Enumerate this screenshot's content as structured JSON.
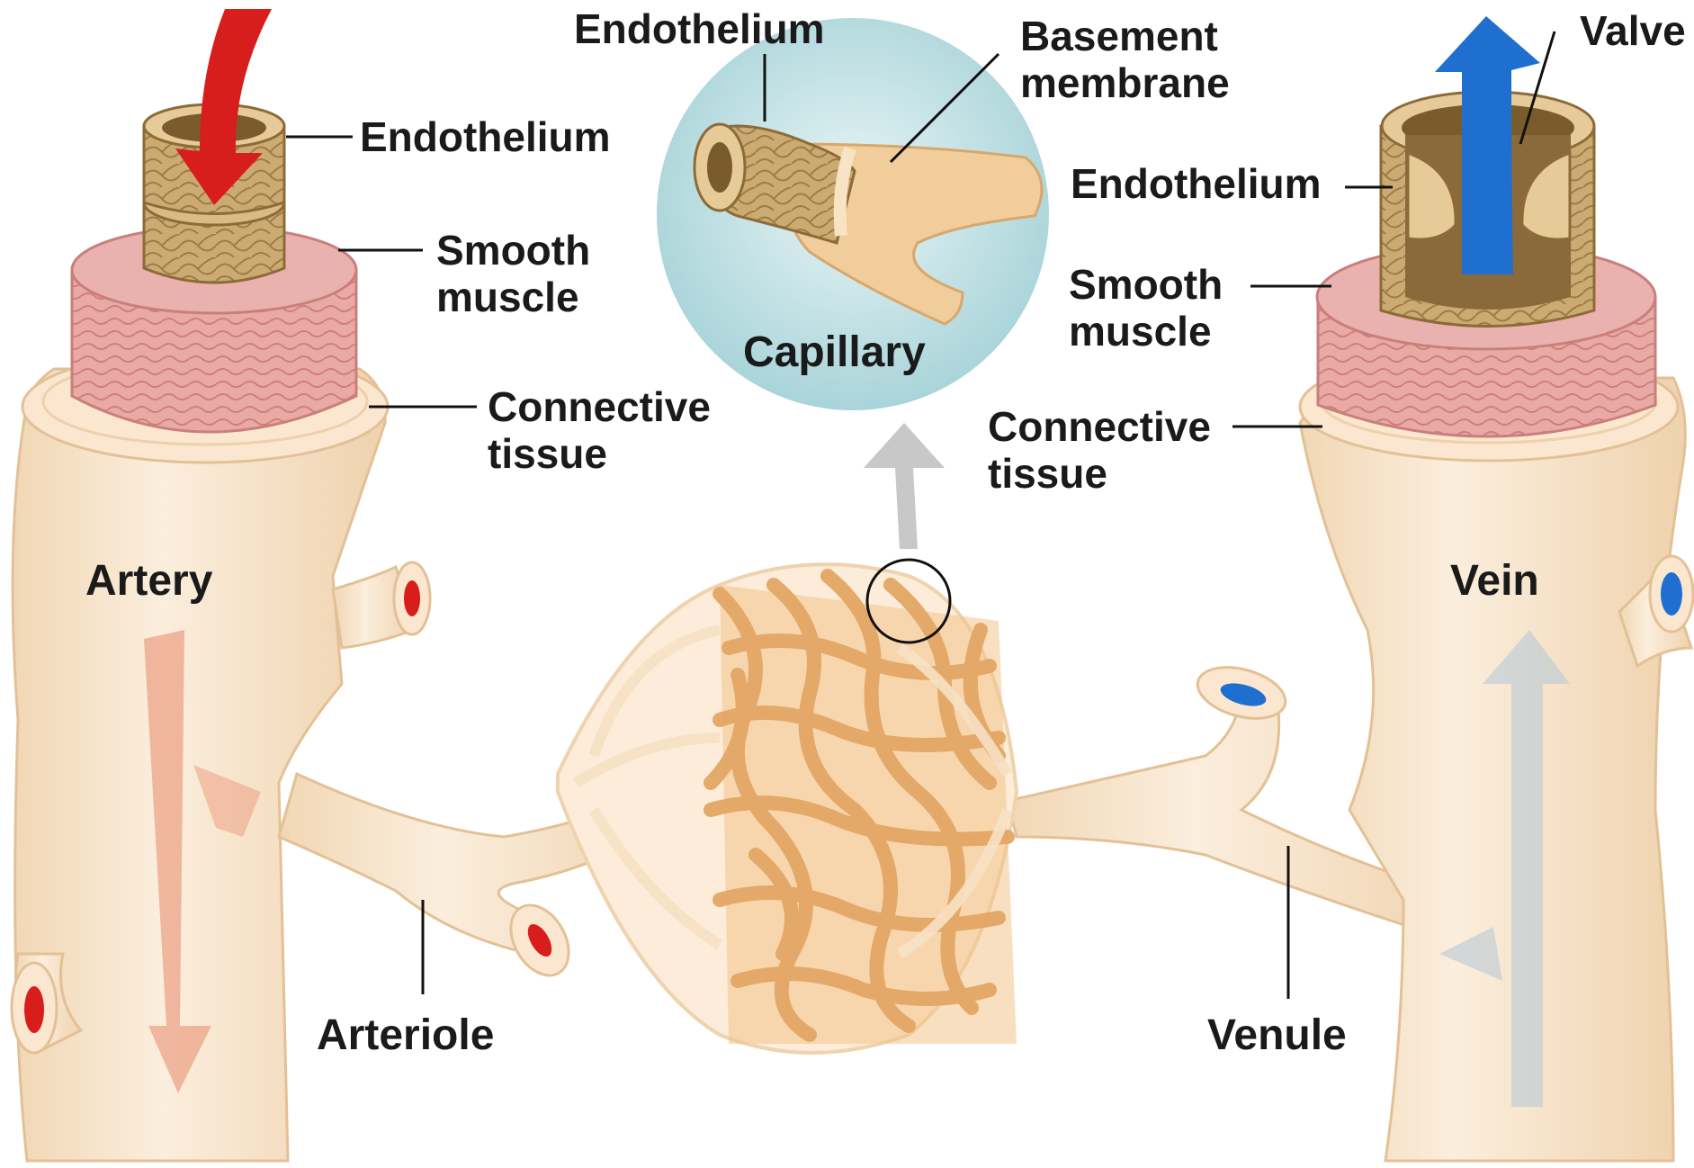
{
  "labels": {
    "endothelium_artery": "Endothelium",
    "smooth_muscle_artery": [
      "Smooth",
      "muscle"
    ],
    "connective_artery": [
      "Connective",
      "tissue"
    ],
    "artery": "Artery",
    "arteriole": "Arteriole",
    "endothelium_capillary": "Endothelium",
    "basement_membrane": [
      "Basement",
      "membrane"
    ],
    "capillary": "Capillary",
    "valve": "Valve",
    "endothelium_vein": "Endothelium",
    "smooth_muscle_vein": [
      "Smooth",
      "muscle"
    ],
    "connective_vein": [
      "Connective",
      "tissue"
    ],
    "vein": "Vein",
    "venule": "Venule"
  },
  "colors": {
    "vessel": "#f7e3c6",
    "vessel_edge": "#e7c9a0",
    "smooth_muscle": "#e7a39f",
    "endothelium": "#c9a56b",
    "capillary_bed": "#f0bf80",
    "oxygenated": "#d81d1d",
    "deoxygenated": "#1e6fd0",
    "inset_bg": "#bfe0e3"
  }
}
